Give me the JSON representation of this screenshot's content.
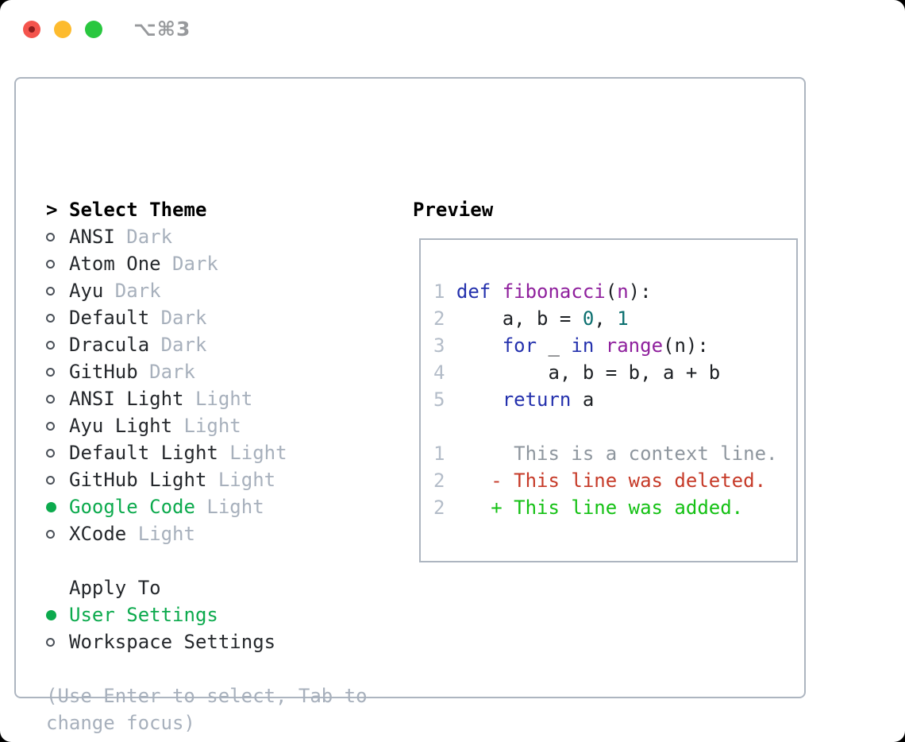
{
  "window": {
    "title": "⌥⌘3",
    "close_has_unsaved_dot": true
  },
  "colors": {
    "accent_green": "#0caa4d",
    "diff_add_green": "#14c114",
    "diff_del_red": "#c63a28",
    "keyword_blue": "#2431ad",
    "function_purple": "#8f209d",
    "literal_teal": "#0b6f6f",
    "context_gray": "#8e969e",
    "line_number_gray": "#b3bcc8",
    "dim_gray": "#a7b0bc",
    "text_dark": "#25282c",
    "border_gray": "#adb5c0",
    "traffic_red": "#f4544d",
    "traffic_yellow": "#fdbb2e",
    "traffic_green": "#29c73f",
    "title_gray": "#97999c"
  },
  "left": {
    "header_marker": ">",
    "header": "Select Theme",
    "themes": [
      {
        "name": "ANSI",
        "tag": "Dark",
        "selected": false
      },
      {
        "name": "Atom One",
        "tag": "Dark",
        "selected": false
      },
      {
        "name": "Ayu",
        "tag": "Dark",
        "selected": false
      },
      {
        "name": "Default",
        "tag": "Dark",
        "selected": false
      },
      {
        "name": "Dracula",
        "tag": "Dark",
        "selected": false
      },
      {
        "name": "GitHub",
        "tag": "Dark",
        "selected": false
      },
      {
        "name": "ANSI Light",
        "tag": "Light",
        "selected": false
      },
      {
        "name": "Ayu Light",
        "tag": "Light",
        "selected": false
      },
      {
        "name": "Default Light",
        "tag": "Light",
        "selected": false
      },
      {
        "name": "GitHub Light",
        "tag": "Light",
        "selected": false
      },
      {
        "name": "Google Code",
        "tag": "Light",
        "selected": true
      },
      {
        "name": "XCode",
        "tag": "Light",
        "selected": false
      }
    ],
    "apply_header": "Apply To",
    "apply_options": [
      {
        "label": "User Settings",
        "selected": true
      },
      {
        "label": "Workspace Settings",
        "selected": false
      }
    ],
    "hint_lines": [
      "(Use Enter to select, Tab to",
      "change focus)"
    ]
  },
  "preview": {
    "title": "Preview",
    "lines": [
      {
        "num": "1",
        "tokens": [
          [
            "kw",
            "def "
          ],
          [
            "fn",
            "fibonacci"
          ],
          [
            "pl",
            "("
          ],
          [
            "fn",
            "n"
          ],
          [
            "pl",
            "):"
          ]
        ]
      },
      {
        "num": "2",
        "tokens": [
          [
            "pl",
            "    a, b = "
          ],
          [
            "lit",
            "0"
          ],
          [
            "pl",
            ", "
          ],
          [
            "lit",
            "1"
          ]
        ]
      },
      {
        "num": "3",
        "tokens": [
          [
            "pl",
            "    "
          ],
          [
            "kw",
            "for"
          ],
          [
            "pl",
            " _ "
          ],
          [
            "kw",
            "in"
          ],
          [
            "pl",
            " "
          ],
          [
            "fn",
            "range"
          ],
          [
            "pl",
            "(n):"
          ]
        ]
      },
      {
        "num": "4",
        "tokens": [
          [
            "pl",
            "        a, b = b, a + b"
          ]
        ]
      },
      {
        "num": "5",
        "tokens": [
          [
            "pl",
            "    "
          ],
          [
            "kw",
            "return"
          ],
          [
            "pl",
            " a"
          ]
        ]
      },
      {
        "num": "",
        "tokens": []
      },
      {
        "num": "1",
        "tokens": [
          [
            "ctx",
            "     This is a context line."
          ]
        ]
      },
      {
        "num": "2",
        "tokens": [
          [
            "del",
            "   - This line was deleted."
          ]
        ]
      },
      {
        "num": "2",
        "tokens": [
          [
            "add",
            "   + This line was added."
          ]
        ]
      }
    ]
  }
}
